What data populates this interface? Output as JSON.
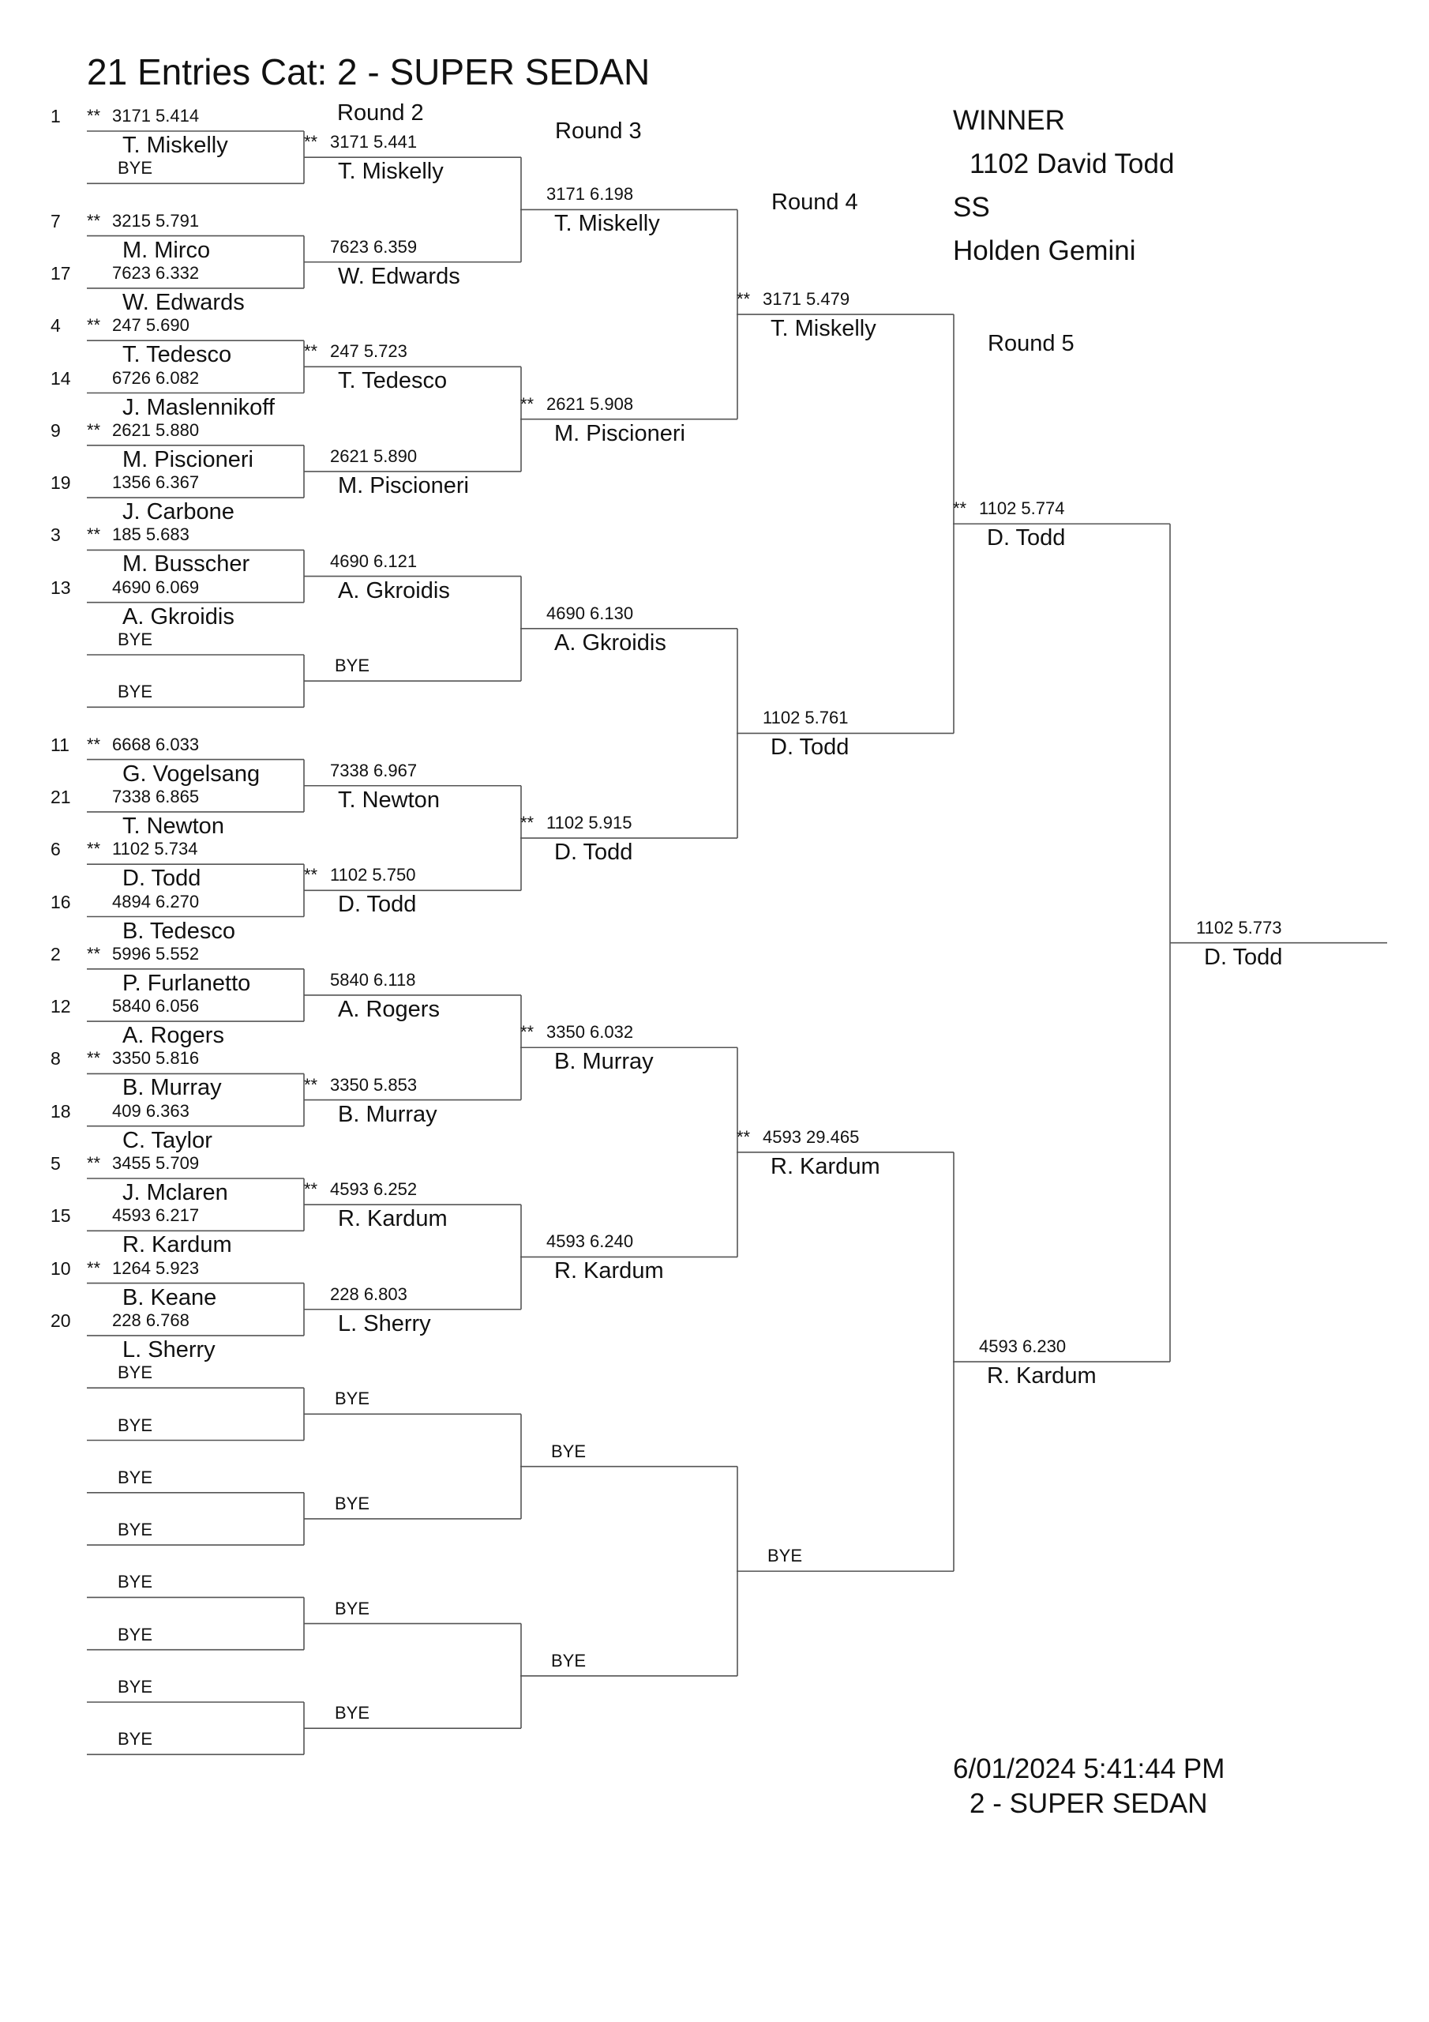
{
  "header": {
    "title": "21 Entries Cat:   2 - SUPER SEDAN"
  },
  "rounds": {
    "r2": "Round 2",
    "r3": "Round 3",
    "r4": "Round 4",
    "r5": "Round 5"
  },
  "winner_box": {
    "label": "WINNER",
    "line1": "1102  David Todd",
    "line2": "SS",
    "line3": "Holden Gemini"
  },
  "footer": {
    "timestamp": "6/01/2024 5:41:44 PM",
    "category": "2 - SUPER SEDAN"
  },
  "bracket": {
    "round1": [
      {
        "seed": "1",
        "mark": "**",
        "time": "3171  5.414",
        "name": "T. Miskelly"
      },
      {
        "bye": "BYE"
      },
      {
        "seed": "7",
        "mark": "**",
        "time": "3215  5.791",
        "name": "M. Mirco"
      },
      {
        "seed": "17",
        "time": "7623  6.332",
        "name": "W. Edwards"
      },
      {
        "seed": "4",
        "mark": "**",
        "time": "247  5.690",
        "name": "T. Tedesco"
      },
      {
        "seed": "14",
        "time": "6726  6.082",
        "name": "J. Maslennikoff"
      },
      {
        "seed": "9",
        "mark": "**",
        "time": "2621  5.880",
        "name": "M. Piscioneri"
      },
      {
        "seed": "19",
        "time": "1356  6.367",
        "name": "J. Carbone"
      },
      {
        "seed": "3",
        "mark": "**",
        "time": "185  5.683",
        "name": "M. Busscher"
      },
      {
        "seed": "13",
        "time": "4690  6.069",
        "name": "A. Gkroidis"
      },
      {
        "bye": "BYE"
      },
      {
        "bye": "BYE"
      },
      {
        "seed": "11",
        "mark": "**",
        "time": "6668  6.033",
        "name": "G. Vogelsang"
      },
      {
        "seed": "21",
        "time": "7338  6.865",
        "name": "T. Newton"
      },
      {
        "seed": "6",
        "mark": "**",
        "time": "1102  5.734",
        "name": "D. Todd"
      },
      {
        "seed": "16",
        "time": "4894  6.270",
        "name": "B. Tedesco"
      },
      {
        "seed": "2",
        "mark": "**",
        "time": "5996  5.552",
        "name": "P. Furlanetto"
      },
      {
        "seed": "12",
        "time": "5840  6.056",
        "name": "A. Rogers"
      },
      {
        "seed": "8",
        "mark": "**",
        "time": "3350  5.816",
        "name": "B. Murray"
      },
      {
        "seed": "18",
        "time": "409  6.363",
        "name": "C. Taylor"
      },
      {
        "seed": "5",
        "mark": "**",
        "time": "3455  5.709",
        "name": "J. Mclaren"
      },
      {
        "seed": "15",
        "time": "4593  6.217",
        "name": "R. Kardum"
      },
      {
        "seed": "10",
        "mark": "**",
        "time": "1264  5.923",
        "name": "B. Keane"
      },
      {
        "seed": "20",
        "time": "228  6.768",
        "name": "L. Sherry"
      },
      {
        "bye": "BYE"
      },
      {
        "bye": "BYE"
      },
      {
        "bye": "BYE"
      },
      {
        "bye": "BYE"
      },
      {
        "bye": "BYE"
      },
      {
        "bye": "BYE"
      },
      {
        "bye": "BYE"
      },
      {
        "bye": "BYE"
      }
    ],
    "round2": [
      {
        "mark": "**",
        "time": "3171  5.441",
        "name": "T. Miskelly"
      },
      {
        "time": "7623  6.359",
        "name": "W. Edwards"
      },
      {
        "mark": "**",
        "time": "247  5.723",
        "name": "T. Tedesco"
      },
      {
        "time": "2621  5.890",
        "name": "M. Piscioneri"
      },
      {
        "time": "4690  6.121",
        "name": "A. Gkroidis"
      },
      {
        "bye": "BYE"
      },
      {
        "time": "7338  6.967",
        "name": "T. Newton"
      },
      {
        "mark": "**",
        "time": "1102  5.750",
        "name": "D. Todd"
      },
      {
        "time": "5840  6.118",
        "name": "A. Rogers"
      },
      {
        "mark": "**",
        "time": "3350  5.853",
        "name": "B. Murray"
      },
      {
        "mark": "**",
        "time": "4593  6.252",
        "name": "R. Kardum"
      },
      {
        "time": "228  6.803",
        "name": "L. Sherry"
      },
      {
        "bye": "BYE"
      },
      {
        "bye": "BYE"
      },
      {
        "bye": "BYE"
      },
      {
        "bye": "BYE"
      }
    ],
    "round3": [
      {
        "time": "3171  6.198",
        "name": "T. Miskelly"
      },
      {
        "mark": "**",
        "time": "2621  5.908",
        "name": "M. Piscioneri"
      },
      {
        "time": "4690  6.130",
        "name": "A. Gkroidis"
      },
      {
        "mark": "**",
        "time": "1102  5.915",
        "name": "D. Todd"
      },
      {
        "mark": "**",
        "time": "3350  6.032",
        "name": "B. Murray"
      },
      {
        "time": "4593  6.240",
        "name": "R. Kardum"
      },
      {
        "bye": "BYE"
      },
      {
        "bye": "BYE"
      }
    ],
    "round4": [
      {
        "mark": "**",
        "time": "3171  5.479",
        "name": "T. Miskelly"
      },
      {
        "time": "1102  5.761",
        "name": "D. Todd"
      },
      {
        "mark": "**",
        "time": "4593  29.465",
        "name": "R. Kardum"
      },
      {
        "bye": "BYE"
      }
    ],
    "round5": [
      {
        "mark": "**",
        "time": "1102  5.774",
        "name": "D. Todd"
      },
      {
        "time": "4593  6.230",
        "name": "R. Kardum"
      }
    ],
    "final": [
      {
        "time": "1102  5.773",
        "name": "D. Todd"
      }
    ]
  }
}
